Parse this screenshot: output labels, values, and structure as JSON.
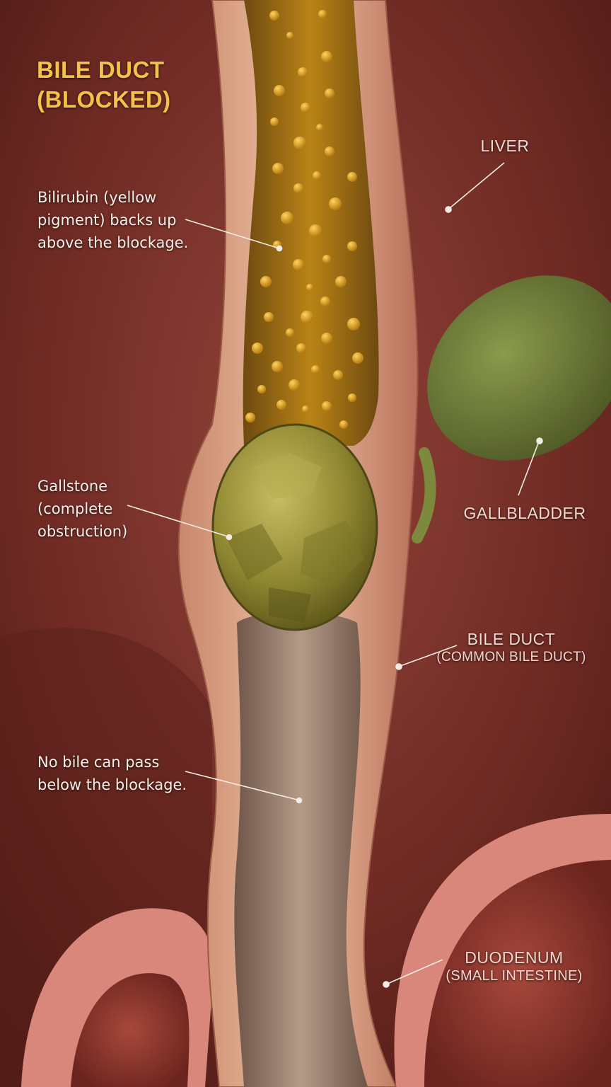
{
  "title": {
    "line1": "BILE DUCT",
    "line2": "(BLOCKED)"
  },
  "annotations": {
    "bilirubin": {
      "line1": "Bilirubin (yellow",
      "line2": "pigment) backs up",
      "line3": "above the blockage."
    },
    "gallstone": {
      "line1": "Gallstone",
      "line2": "(complete",
      "line3": "obstruction)"
    },
    "no_bile": {
      "line1": "No bile can pass",
      "line2": "below the blockage."
    }
  },
  "structures": {
    "liver": "LIVER",
    "gallbladder": "GALLBLADDER",
    "bile_duct": {
      "name": "BILE DUCT",
      "sub": "(COMMON BILE DUCT)"
    },
    "duodenum": {
      "name": "DUODENUM",
      "sub": "(SMALL INTESTINE)"
    }
  },
  "colors": {
    "title": "#f3c24a",
    "label_text": "#f6f0ea",
    "liver_tissue": "#8a3b32",
    "bile_pigment": "#c99a1e",
    "gallbladder": "#6f7b3a",
    "gallstone": "#9a9238",
    "duct_wall": "#e2a98a"
  }
}
